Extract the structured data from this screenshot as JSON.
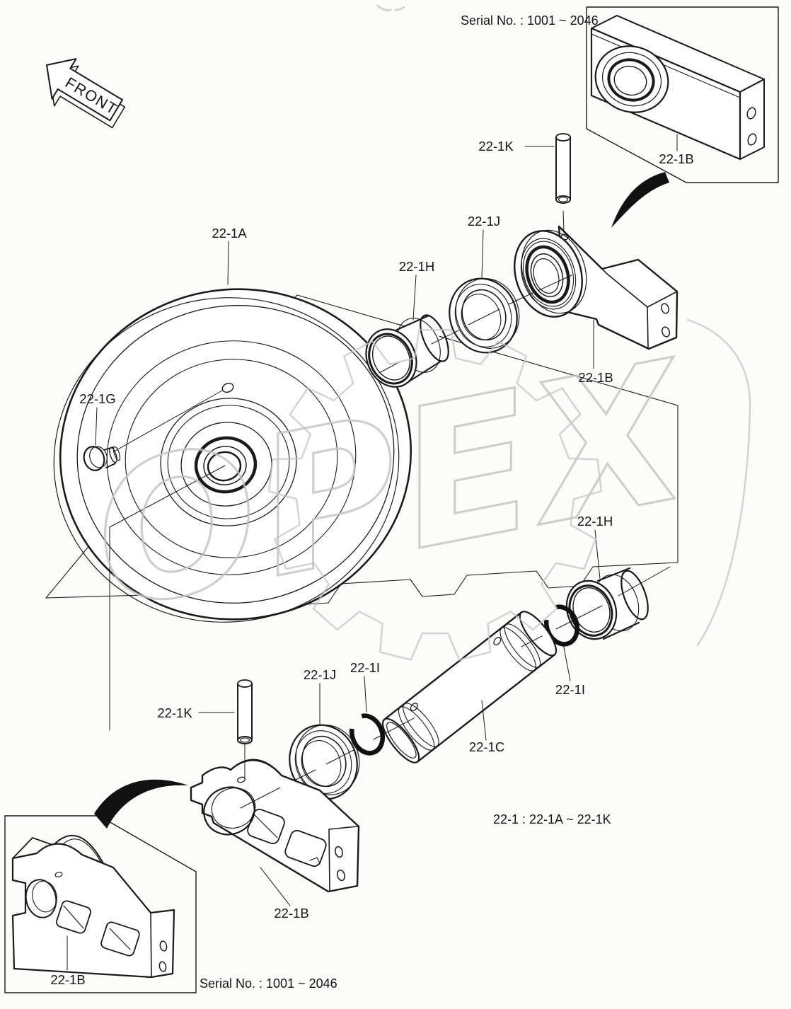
{
  "document": {
    "front_label": "FRONT",
    "serial_note_top": "Serial No. : 1001 ~ 2046",
    "serial_note_bottom": "Serial No. : 1001 ~ 2046",
    "assembly_range_note": "22-1 : 22-1A ~ 22-1K",
    "watermark_text": "OPEX"
  },
  "colors": {
    "line_color": "#1a1a1a",
    "watermark_color": "#c3c3c3",
    "background": "#fcfcfa",
    "arrow_fill": "#111111"
  },
  "callouts": [
    {
      "part_id": "22-1A",
      "text": "22-1A",
      "region": "main-wheel"
    },
    {
      "part_id": "22-1G",
      "text": "22-1G",
      "region": "main-bolt-left"
    },
    {
      "part_id": "22-1H",
      "text": "22-1H",
      "region": "main-upper-bushing"
    },
    {
      "part_id": "22-1J",
      "text": "22-1J",
      "region": "main-upper-seal-ring"
    },
    {
      "part_id": "22-1K",
      "text": "22-1K",
      "region": "main-upper-pin"
    },
    {
      "part_id": "22-1B",
      "text": "22-1B",
      "region": "inset-top-right"
    },
    {
      "part_id": "22-1B",
      "text": "22-1B",
      "region": "main-upper-bracket"
    },
    {
      "part_id": "22-1H",
      "text": "22-1H",
      "region": "main-right-bushing"
    },
    {
      "part_id": "22-1I",
      "text": "22-1I",
      "region": "main-right-snap-ring"
    },
    {
      "part_id": "22-1C",
      "text": "22-1C",
      "region": "main-shaft"
    },
    {
      "part_id": "22-1I",
      "text": "22-1I",
      "region": "main-lower-snap-ring"
    },
    {
      "part_id": "22-1J",
      "text": "22-1J",
      "region": "main-lower-seal-ring"
    },
    {
      "part_id": "22-1K",
      "text": "22-1K",
      "region": "main-lower-pin"
    },
    {
      "part_id": "22-1B",
      "text": "22-1B",
      "region": "main-lower-bracket"
    },
    {
      "part_id": "22-1B",
      "text": "22-1B",
      "region": "inset-bottom-left"
    }
  ]
}
